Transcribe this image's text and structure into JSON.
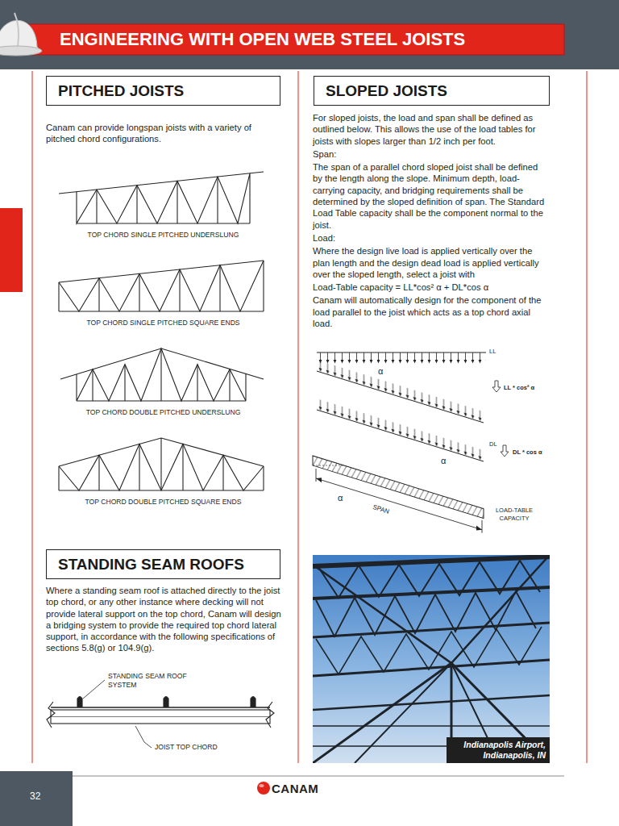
{
  "diagram": {
    "title": "ENGINEERING WITH OPEN WEB STEEL JOISTS",
    "nodes": [
      {
        "text": [
          "PITCHED JOISTS"
        ]
      },
      {
        "text": [
          "STANDING SEAM ROOFS"
        ]
      },
      {
        "text": [
          "SLOPED JOISTS"
        ]
      },
      {
        "text": [
          "Indianapolis Airport, Indianapolis, IN"
        ]
      },
      {
        "text": [
          "32"
        ]
      }
    ],
    "labels": [
      "Canam can provide longspan joists with a variety of pitched chord configurations.",
      "TOP CHORD SINGLE PITCHED UNDERSLUNG",
      "TOP CHORD SINGLE PITCHED SQUARE ENDS",
      "TOP CHORD DOUBLE PITCHED UNDERSLUNG",
      "TOP CHORD DOUBLE PITCHED SQUARE ENDS",
      "Where a standing seam roof is attached directly to the joist top chord, or any other instance where decking will not provide lateral support on the top chord, Canam will design a bridging system to provide the required top chord lateral support, in accordance with the following specifications of sections 5.8(g) or 104.9(g).",
      "STANDING SEAM ROOF SYSTEM",
      "JOIST TOP CHORD",
      "For sloped joists, the load and span shall be defined as outlined below. This allows the use of the load tables for joists with slopes larger than 1/2 inch per foot.",
      "Span:",
      "The span of a parallel chord sloped joist shall be defined by the length along the slope. Minimum depth, load-carrying capacity, and bridging requirements shall be determined by the sloped definition of span. The Standard Load Table capacity shall be the component normal to the joist.",
      "Load:",
      "Where the design live load is applied vertically over the plan length and the design dead load is applied vertically over the sloped length, select a joist with",
      "Load-Table capacity = LL*cos² α + DL*cos α",
      "Canam will automatically design for the component of the load parallel to the joist which acts as a top chord axial load.",
      "LL",
      "α",
      "LL * cos² α",
      "DL",
      "α",
      "DL * cos α",
      "SPAN",
      "α",
      "LOAD-TABLE CAPACITY",
      "CANAM"
    ]
  }
}
